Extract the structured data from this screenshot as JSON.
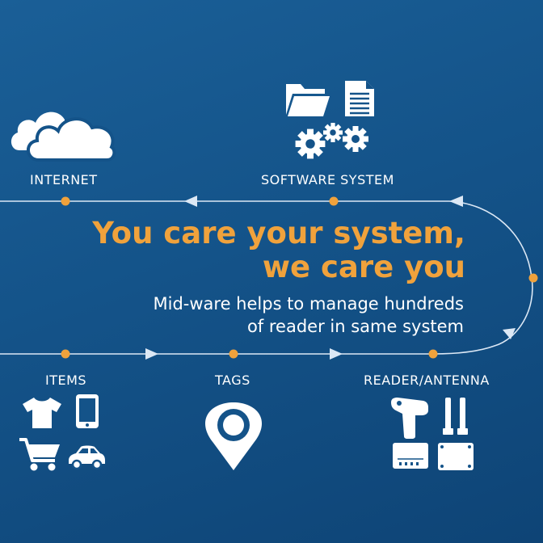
{
  "labels": {
    "internet": "INTERNET",
    "software": "SOFTWARE SYSTEM",
    "items": "ITEMS",
    "tags": "TAGS",
    "reader": "READER/ANTENNA"
  },
  "headline": {
    "line1": "You care your system,",
    "line2": "we care you"
  },
  "subtext": {
    "line1": "Mid-ware helps to manage hundreds",
    "line2": "of reader in same system"
  },
  "colors": {
    "background": "#145389",
    "accent": "#f0a23c",
    "line": "#dce8f5",
    "icon": "#ffffff"
  },
  "icons": [
    "cloud-icon",
    "folder-icon",
    "document-icon",
    "gears-icon",
    "tshirt-icon",
    "phone-icon",
    "cart-icon",
    "car-icon",
    "location-pin-icon",
    "scanner-icon",
    "antenna-icon",
    "reader-device-icon"
  ]
}
